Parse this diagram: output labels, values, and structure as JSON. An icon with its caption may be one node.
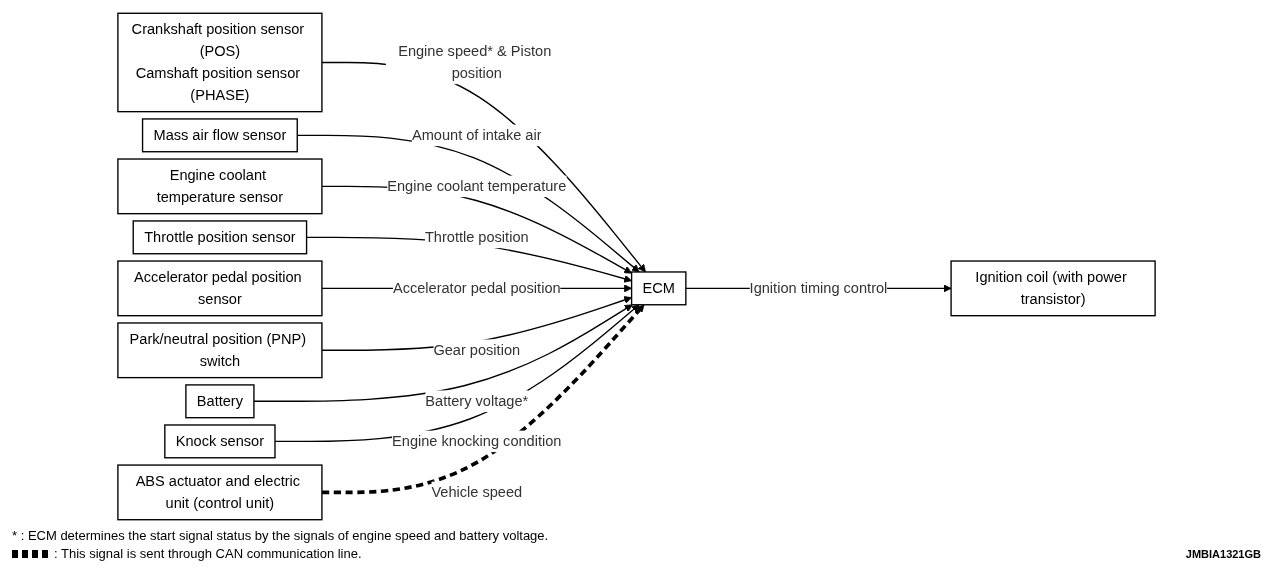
{
  "diagram": {
    "nodes": [
      {
        "text": [
          "Crankshaft position sensor (POS)",
          "Camshaft position sensor (PHASE)"
        ]
      },
      {
        "text": [
          "Mass air flow sensor"
        ]
      },
      {
        "text": [
          "Engine coolant temperature sensor"
        ]
      },
      {
        "text": [
          "Throttle position sensor"
        ]
      },
      {
        "text": [
          "Accelerator pedal position sensor"
        ]
      },
      {
        "text": [
          "Park/neutral position (PNP) switch"
        ]
      },
      {
        "text": [
          "Battery"
        ]
      },
      {
        "text": [
          "Knock sensor"
        ]
      },
      {
        "text": [
          "ABS actuator and electric unit (control unit)"
        ]
      },
      {
        "text": [
          "ECM"
        ]
      },
      {
        "text": [
          "Ignition coil (with power transistor)"
        ]
      }
    ],
    "edges": [
      {
        "from": 0,
        "to": 9,
        "arrow": "to",
        "label": "Engine speed* & Piston position"
      },
      {
        "from": 1,
        "to": 9,
        "arrow": "to",
        "label": "Amount of intake air"
      },
      {
        "from": 2,
        "to": 9,
        "arrow": "to",
        "label": "Engine coolant temperature"
      },
      {
        "from": 3,
        "to": 9,
        "arrow": "to",
        "label": "Throttle position"
      },
      {
        "from": 4,
        "to": 9,
        "arrow": "to",
        "label": "Accelerator pedal position"
      },
      {
        "from": 5,
        "to": 9,
        "arrow": "to",
        "label": "Gear position"
      },
      {
        "from": 6,
        "to": 9,
        "arrow": "to",
        "label": "Battery voltage*"
      },
      {
        "from": 7,
        "to": 9,
        "arrow": "to",
        "label": "Engine knocking condition"
      },
      {
        "from": 8,
        "to": 9,
        "arrow": "to",
        "label": "Vehicle speed",
        "style": "dashed"
      },
      {
        "from": 9,
        "to": 10,
        "arrow": "to",
        "label": "Ignition timing control"
      }
    ],
    "labels": [
      "* : ECM determines the start signal status by the signals of engine speed and battery voltage.",
      "JMBIA1321GB"
    ],
    "legend": [
      {
        "text": ": This signal is sent through CAN communication line."
      }
    ]
  }
}
